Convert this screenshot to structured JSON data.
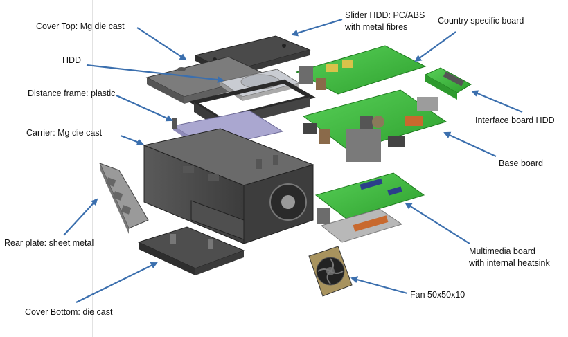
{
  "labels": {
    "cover_top": "Cover Top: Mg die cast",
    "hdd": "HDD",
    "distance_frame": "Distance frame: plastic",
    "carrier": "Carrier: Mg die cast",
    "rear_plate": "Rear plate: sheet metal",
    "cover_bottom": "Cover Bottom: die cast",
    "slider_hdd_line1": "Slider HDD: PC/ABS",
    "slider_hdd_line2": "with metal fibres",
    "country_board": "Country specific board",
    "interface_board": "Interface board HDD",
    "base_board": "Base board",
    "multimedia_line1": "Multimedia board",
    "multimedia_line2": "with internal heatsink",
    "fan": "Fan 50x50x10"
  },
  "colors": {
    "arrow": "#3b6fae",
    "pcb": "#3dbb3d",
    "metal_dark": "#4a4a4a",
    "metal_mid": "#8a8a8a",
    "frame": "#a9a6cc",
    "copper": "#c8692e"
  }
}
